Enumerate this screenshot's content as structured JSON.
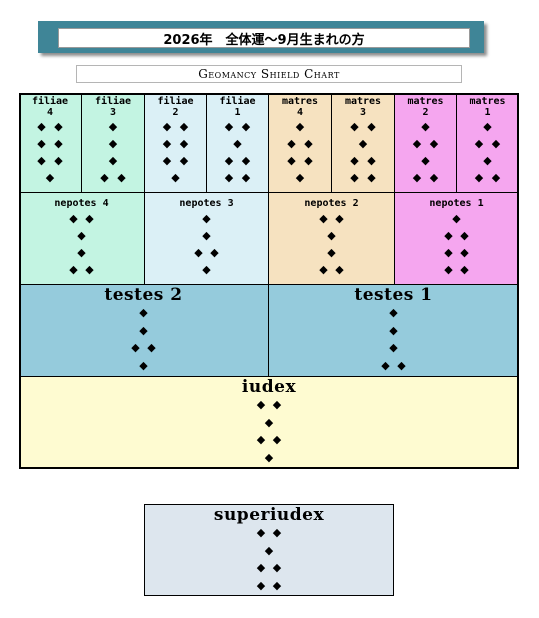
{
  "header": {
    "title": "2026年　全体運～9月生まれの方",
    "subtitle": "Geomancy Shield Chart"
  },
  "colors": {
    "banner": "#3f8597",
    "filiae_4": "#c3f4e2",
    "filiae_3": "#c3f4e2",
    "filiae_2": "#dbf0f6",
    "filiae_1": "#dbf0f6",
    "matres_4": "#f6e2c0",
    "matres_3": "#f6e2c0",
    "matres_2": "#f5a6ef",
    "matres_1": "#f5a6ef",
    "nepotes_4": "#c3f4e2",
    "nepotes_3": "#dbf0f6",
    "nepotes_2": "#f6e2c0",
    "nepotes_1": "#f5a6ef",
    "testes": "#95cbdc",
    "iudex": "#fefbd1",
    "superiudex": "#dde6ee"
  },
  "figures": {
    "filiae_4": {
      "name": "filiae",
      "number": "4",
      "rows": [
        2,
        2,
        2,
        1
      ]
    },
    "filiae_3": {
      "name": "filiae",
      "number": "3",
      "rows": [
        1,
        1,
        1,
        2
      ]
    },
    "filiae_2": {
      "name": "filiae",
      "number": "2",
      "rows": [
        2,
        2,
        2,
        1
      ]
    },
    "filiae_1": {
      "name": "filiae",
      "number": "1",
      "rows": [
        2,
        1,
        2,
        2
      ]
    },
    "matres_4": {
      "name": "matres",
      "number": "4",
      "rows": [
        1,
        2,
        2,
        1
      ]
    },
    "matres_3": {
      "name": "matres",
      "number": "3",
      "rows": [
        2,
        1,
        2,
        2
      ]
    },
    "matres_2": {
      "name": "matres",
      "number": "2",
      "rows": [
        1,
        2,
        1,
        2
      ]
    },
    "matres_1": {
      "name": "matres",
      "number": "1",
      "rows": [
        1,
        2,
        1,
        2
      ]
    },
    "nepotes_4": {
      "name": "nepotes 4",
      "rows": [
        2,
        1,
        1,
        2
      ]
    },
    "nepotes_3": {
      "name": "nepotes 3",
      "rows": [
        1,
        1,
        2,
        1
      ]
    },
    "nepotes_2": {
      "name": "nepotes 2",
      "rows": [
        2,
        1,
        1,
        2
      ]
    },
    "nepotes_1": {
      "name": "nepotes 1",
      "rows": [
        1,
        2,
        2,
        2
      ]
    },
    "testes_2": {
      "name": "testes 2",
      "rows": [
        1,
        1,
        2,
        1
      ]
    },
    "testes_1": {
      "name": "testes 1",
      "rows": [
        1,
        1,
        1,
        2
      ]
    },
    "iudex": {
      "name": "iudex",
      "rows": [
        2,
        1,
        2,
        1
      ]
    },
    "superiudex": {
      "name": "superiudex",
      "rows": [
        2,
        1,
        2,
        2
      ]
    }
  },
  "dot_glyph": "◆"
}
